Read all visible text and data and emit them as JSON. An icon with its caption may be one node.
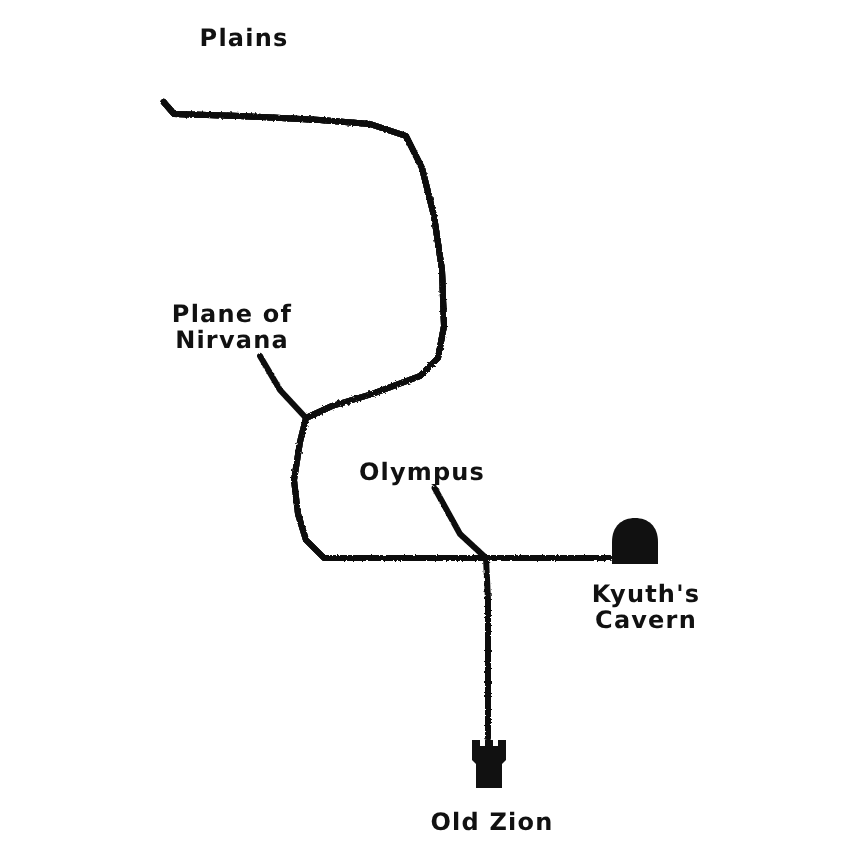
{
  "diagram": {
    "nodes": [
      {
        "text": [
          "Plains"
        ]
      },
      {
        "text": [
          "Plane of Nirvana"
        ]
      },
      {
        "text": [
          "Olympus"
        ]
      },
      {
        "text": [],
        "shape": "arch",
        "beside": [
          "Kyuth's Cavern"
        ]
      },
      {
        "text": [],
        "shape": "tower",
        "beside": [
          "Old Zion"
        ]
      }
    ],
    "edges": [
      {
        "from": 0,
        "to": 1,
        "arrow": "none"
      },
      {
        "from": 0,
        "to": 2,
        "arrow": "none"
      },
      {
        "from": 0,
        "to": 3,
        "arrow": "none"
      },
      {
        "from": 0,
        "to": 4,
        "arrow": "none"
      }
    ]
  }
}
